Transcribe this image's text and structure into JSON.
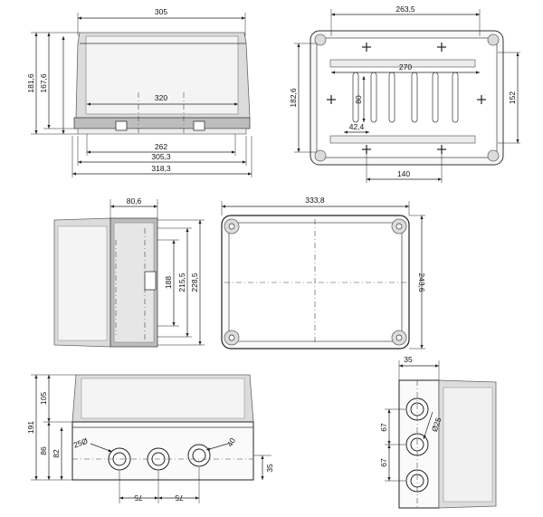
{
  "views": {
    "front": {
      "dims": {
        "width_top": "305",
        "height_total": "181,6",
        "height_body": "167,6",
        "inner_span": "320",
        "hinge_span": "262",
        "width_base": "305,3",
        "width_total": "318,3"
      }
    },
    "rear": {
      "dims": {
        "top_span": "263,5",
        "rail_span": "270",
        "height_left": "182,6",
        "height_right": "152",
        "slot_height": "80",
        "slot_width": "42,4",
        "bottom_span": "140"
      }
    },
    "side": {
      "dims": {
        "depth": "80,6",
        "h1": "188",
        "h2": "215,5",
        "h3": "228,5"
      }
    },
    "top": {
      "dims": {
        "width": "333,8",
        "height": "243,6"
      }
    },
    "bottom_left": {
      "dims": {
        "h_upper": "105",
        "h_total": "191",
        "h_lower": "86",
        "h_hole": "82",
        "d25": "25Ø",
        "d40": "40",
        "h_35": "35",
        "pitch_left": "75",
        "pitch_right": "75"
      }
    },
    "bottom_right": {
      "dims": {
        "depth": "35",
        "pitch_top": "67",
        "pitch_bottom": "67",
        "d25": "Ø25"
      }
    }
  }
}
